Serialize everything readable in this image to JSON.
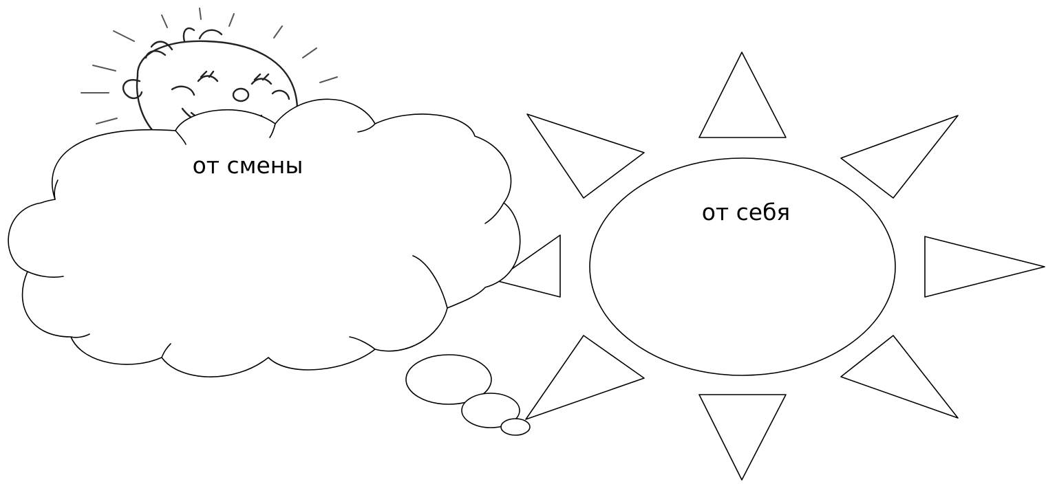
{
  "diagram": {
    "cloud_label": "от смены",
    "sun_label": "от себя",
    "sun_ray_count": 8,
    "thought_bubble_count": 3,
    "colors": {
      "stroke": "#000000",
      "fill": "#ffffff",
      "background": "#ffffff"
    },
    "icons": {
      "cartoon": "smiling-boy-face-icon"
    }
  }
}
